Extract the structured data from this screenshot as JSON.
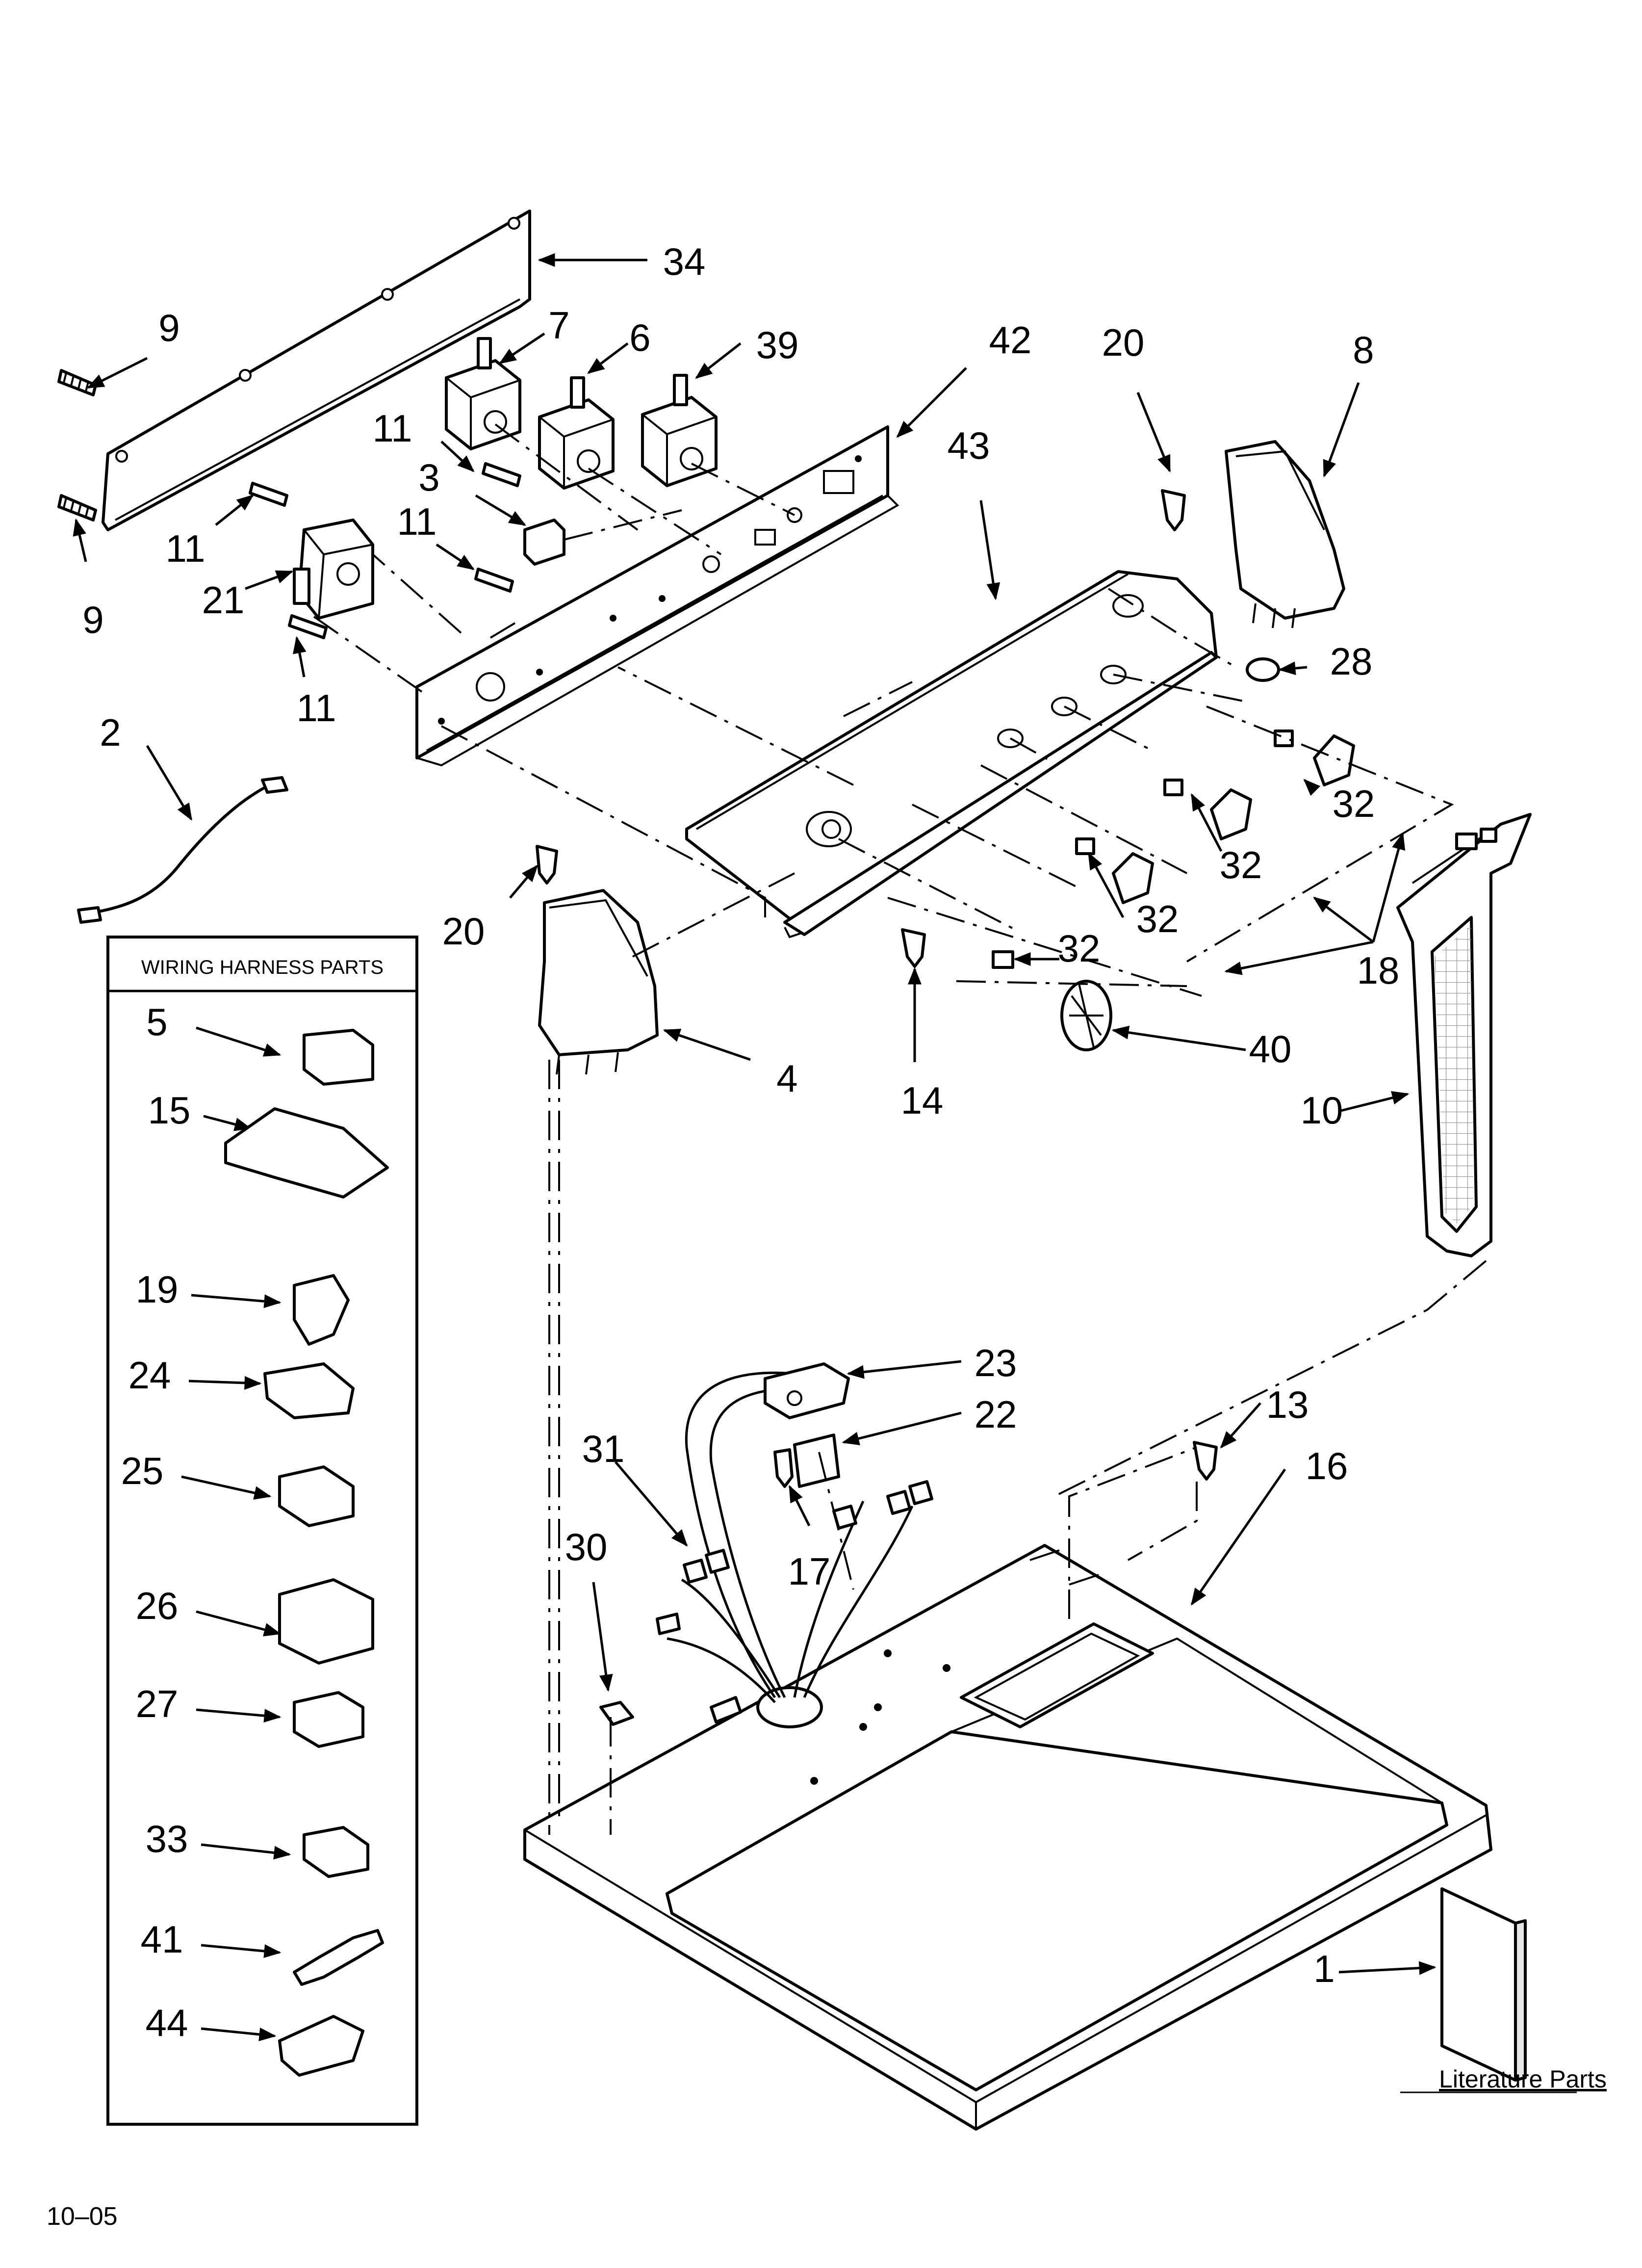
{
  "callouts": {
    "c34": "34",
    "c9a": "9",
    "c9b": "9",
    "c7": "7",
    "c6": "6",
    "c39": "39",
    "c42": "42",
    "c20a": "20",
    "c8": "8",
    "c43": "43",
    "c11a": "11",
    "c11b": "11",
    "c11c": "11",
    "c11d": "11",
    "c3": "3",
    "c21": "21",
    "c28": "28",
    "c2": "2",
    "c32a": "32",
    "c32b": "32",
    "c32c": "32",
    "c32d": "32",
    "c18": "18",
    "c20b": "20",
    "c40": "40",
    "c4": "4",
    "c14": "14",
    "c10": "10",
    "c23": "23",
    "c22": "22",
    "c13": "13",
    "c16": "16",
    "c31": "31",
    "c17": "17",
    "c30": "30",
    "c1": "1"
  },
  "harness_box": {
    "title": "WIRING HARNESS PARTS",
    "items": {
      "i5": "5",
      "i15": "15",
      "i19": "19",
      "i24": "24",
      "i25": "25",
      "i26": "26",
      "i27": "27",
      "i33": "33",
      "i41": "41",
      "i44": "44"
    }
  },
  "literature_label": "Literature Parts",
  "footer_code": "10–05"
}
